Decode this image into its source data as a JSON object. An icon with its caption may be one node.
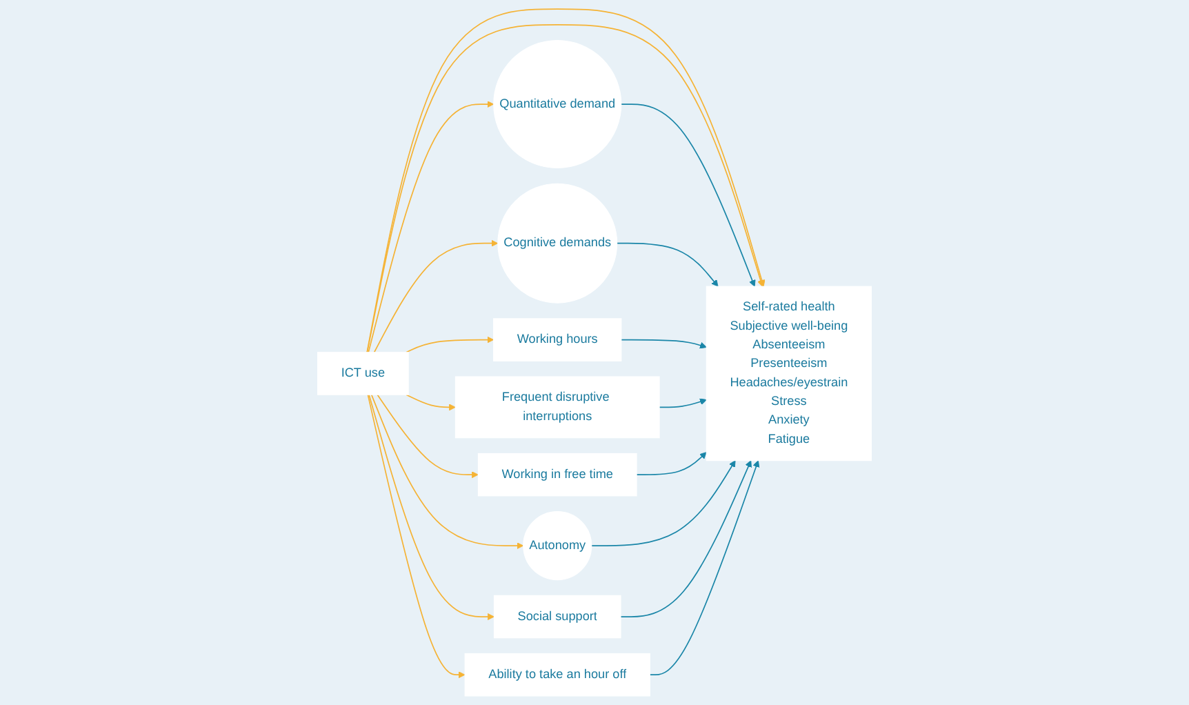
{
  "diagram": {
    "nodes": [
      {
        "text": [
          "Quantitative demand"
        ]
      },
      {
        "text": [
          "Cognitive demands"
        ]
      },
      {
        "text": [
          "Working hours"
        ]
      },
      {
        "text": [
          "Frequent disruptive interruptions"
        ]
      },
      {
        "text": [
          "Working in free time"
        ]
      },
      {
        "text": [
          "ICT use"
        ]
      },
      {
        "text": [
          "Self-rated health",
          "Subjective well-being",
          "Absenteeism",
          "Presenteeism",
          "Headaches/eyestrain",
          "Stress",
          "Anxiety",
          "Fatigue"
        ]
      },
      {
        "text": [
          "Autonomy"
        ]
      },
      {
        "text": [
          "Social support"
        ]
      },
      {
        "text": [
          "Ability to take an hour off"
        ]
      }
    ],
    "edges": [
      {
        "from": 5,
        "to": 0,
        "arrow": "to",
        "color": "#f5b335"
      },
      {
        "from": 5,
        "to": 1,
        "arrow": "to",
        "color": "#f5b335"
      },
      {
        "from": 5,
        "to": 2,
        "arrow": "to",
        "color": "#f5b335"
      },
      {
        "from": 5,
        "to": 3,
        "arrow": "to",
        "color": "#f5b335"
      },
      {
        "from": 5,
        "to": 4,
        "arrow": "to",
        "color": "#f5b335"
      },
      {
        "from": 5,
        "to": 6,
        "arrow": "to",
        "color": "#f5b335"
      },
      {
        "from": 5,
        "to": 7,
        "arrow": "to",
        "color": "#f5b335"
      },
      {
        "from": 5,
        "to": 8,
        "arrow": "to",
        "color": "#f5b335"
      },
      {
        "from": 5,
        "to": 9,
        "arrow": "to",
        "color": "#f5b335"
      },
      {
        "from": 5,
        "to": 6,
        "arrow": "to",
        "color": "#f5b335"
      },
      {
        "from": 0,
        "to": 6,
        "arrow": "to",
        "color": "#1a86a8"
      },
      {
        "from": 1,
        "to": 6,
        "arrow": "to",
        "color": "#1a86a8"
      },
      {
        "from": 2,
        "to": 6,
        "arrow": "to",
        "color": "#1a86a8"
      },
      {
        "from": 3,
        "to": 6,
        "arrow": "to",
        "color": "#1a86a8"
      },
      {
        "from": 4,
        "to": 6,
        "arrow": "to",
        "color": "#1a86a8"
      },
      {
        "from": 7,
        "to": 6,
        "arrow": "to",
        "color": "#1a86a8"
      },
      {
        "from": 8,
        "to": 6,
        "arrow": "to",
        "color": "#1a86a8"
      },
      {
        "from": 9,
        "to": 6,
        "arrow": "to",
        "color": "#1a86a8"
      }
    ]
  }
}
